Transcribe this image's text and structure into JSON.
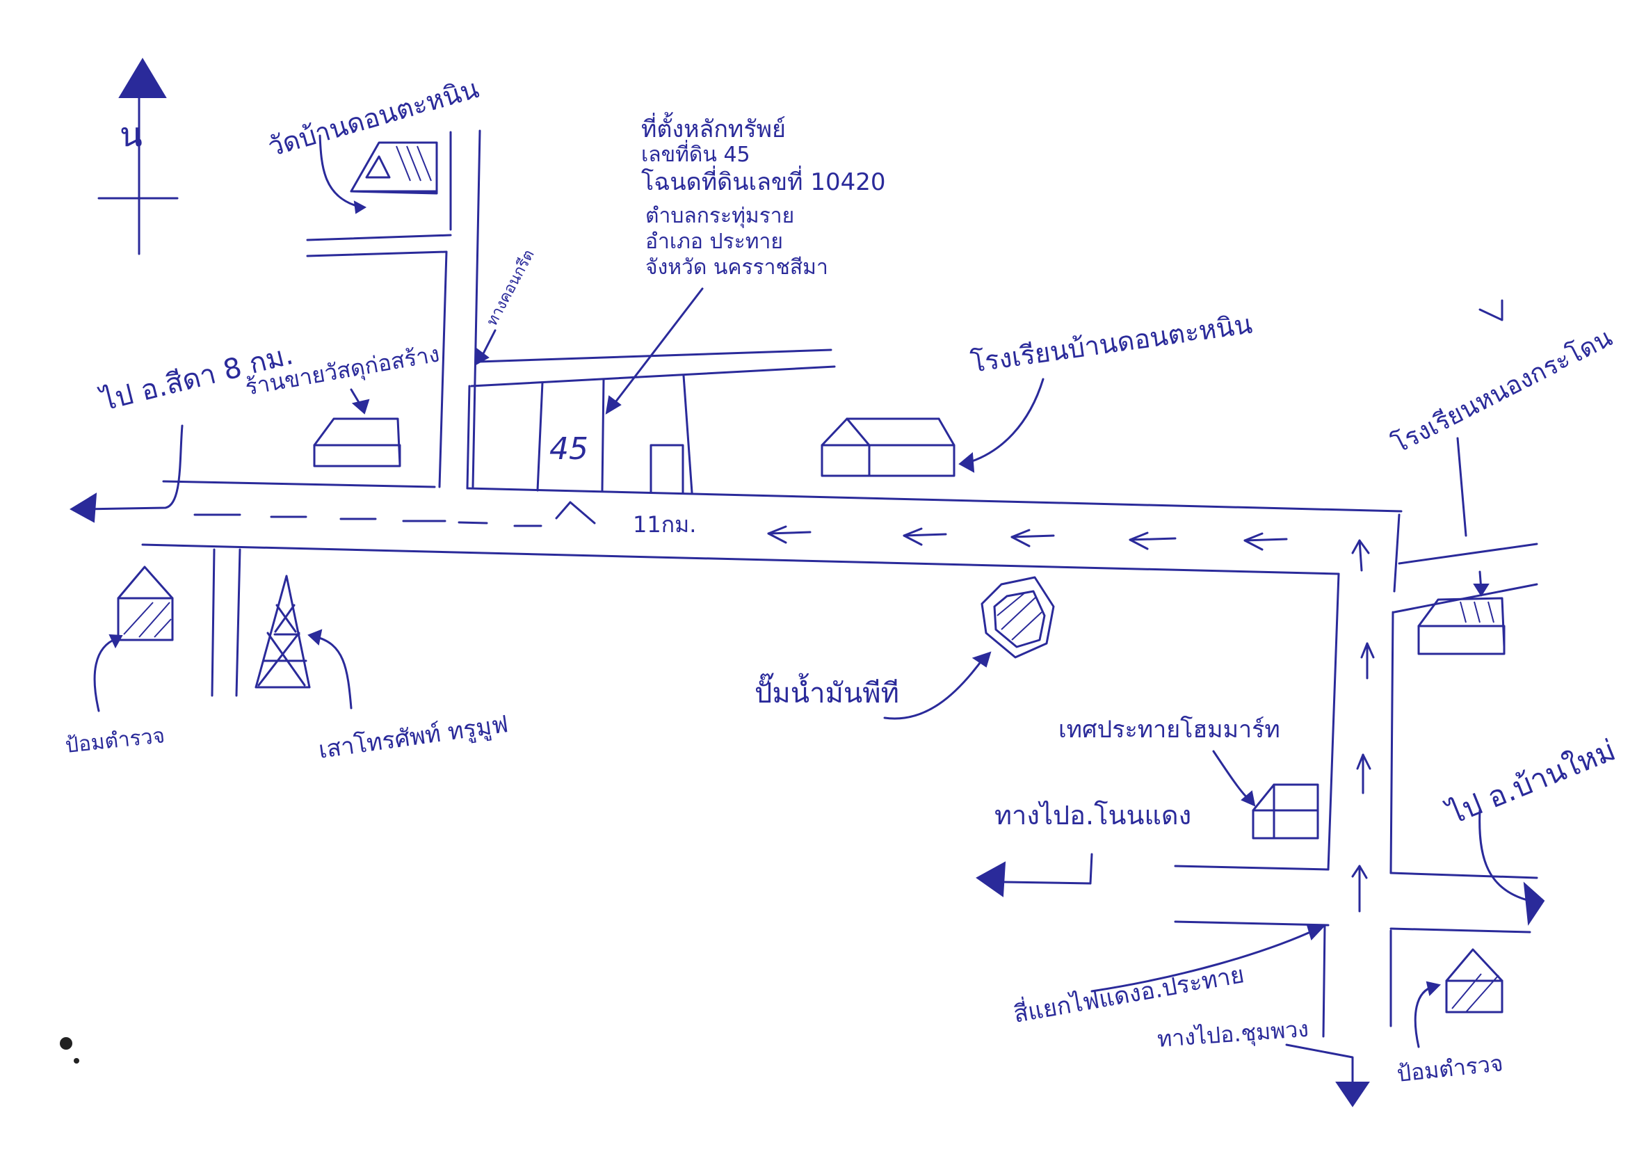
{
  "map": {
    "north_label": "น",
    "temple_label": "วัดบ้านดอนตะหนิน",
    "property_info": {
      "line1": "ที่ตั้งหลักทรัพย์",
      "line2": "เลขที่ดิน 45",
      "line3": "โฉนดที่ดินเลขที่ 10420",
      "line4": "ตำบลกระทุ่มราย",
      "line5": "อำเภอ ประทาย",
      "line6": "จังหวัด นครราชสีมา"
    },
    "gravel_road_label": "ทางคอนกรีต",
    "parcel_number": "45",
    "school1_label": "โรงเรียนบ้านดอนตะหนิน",
    "school2_label": "โรงเรียนหนองกระโดน",
    "to_sida_label": "ไป อ.สีดา 8 กม.",
    "house_label": "ร้านขายวัสดุก่อสร้าง",
    "distance_label": "11กม.",
    "police1_label": "ป้อมตำรวจ",
    "tower_label": "เสาโทรศัพท์ ทรูมูฟ",
    "gas_label": "ปั๊มน้ำมันพีที",
    "municipality_label": "เทศประทายโฮมมาร์ท",
    "to_non_daeng_label": "ทางไปอ.โนนแดง",
    "to_ban_mai_label": "ไป อ.บ้านใหม่",
    "intersection_label": "สี่แยกไฟแดงอ.ประทาย",
    "to_chum_phuang_label": "ทางไปอ.ชุมพวง",
    "police2_label": "ป้อมตำรวจ"
  }
}
